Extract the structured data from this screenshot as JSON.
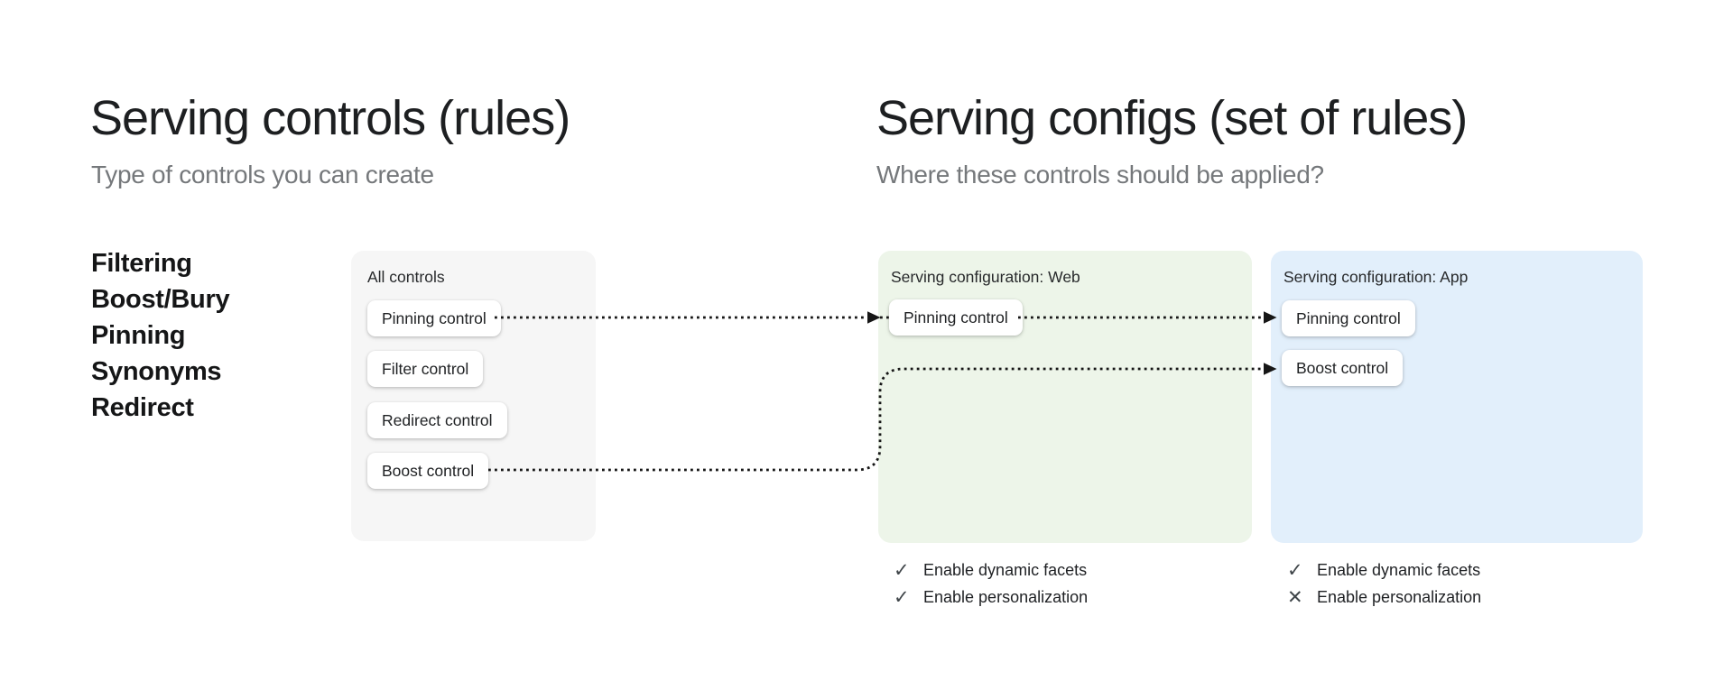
{
  "left_panel": {
    "title": "Serving controls (rules)",
    "subtitle": "Type of controls you can create",
    "control_types": [
      "Filtering",
      "Boost/Bury",
      "Pinning",
      "Synonyms",
      "Redirect"
    ]
  },
  "all_controls_card": {
    "label": "All controls",
    "controls": [
      "Pinning control",
      "Filter control",
      "Redirect control",
      "Boost control"
    ]
  },
  "right_panel": {
    "title": "Serving configs (set of rules)",
    "subtitle": "Where these controls should be applied?"
  },
  "web_config_card": {
    "label": "Serving configuration: Web",
    "controls": [
      "Pinning control"
    ],
    "features": [
      {
        "icon": "check-icon",
        "glyph": "✓",
        "label": "Enable dynamic facets"
      },
      {
        "icon": "check-icon",
        "glyph": "✓",
        "label": "Enable personalization"
      }
    ]
  },
  "app_config_card": {
    "label": "Serving configuration: App",
    "controls": [
      "Pinning control",
      "Boost control"
    ],
    "features": [
      {
        "icon": "check-icon",
        "glyph": "✓",
        "label": "Enable dynamic facets"
      },
      {
        "icon": "x-icon",
        "glyph": "✕",
        "label": "Enable personalization"
      }
    ]
  },
  "connectors": [
    {
      "from": "all-controls/pinning-control",
      "to": "web-config/pinning-control",
      "style": "dotted-arrow"
    },
    {
      "from": "web-config/pinning-control",
      "to": "app-config/pinning-control",
      "style": "dotted-arrow"
    },
    {
      "from": "all-controls/boost-control",
      "to": "app-config/boost-control",
      "style": "dotted-arrow"
    }
  ],
  "colors": {
    "heading": "#1d1f21",
    "subtitle": "#75787b",
    "all_controls_card_bg": "#f6f6f6",
    "web_card_bg": "#edf5e9",
    "app_card_bg": "#e2effb",
    "chip_bg": "#ffffff",
    "connector": "#161616"
  }
}
